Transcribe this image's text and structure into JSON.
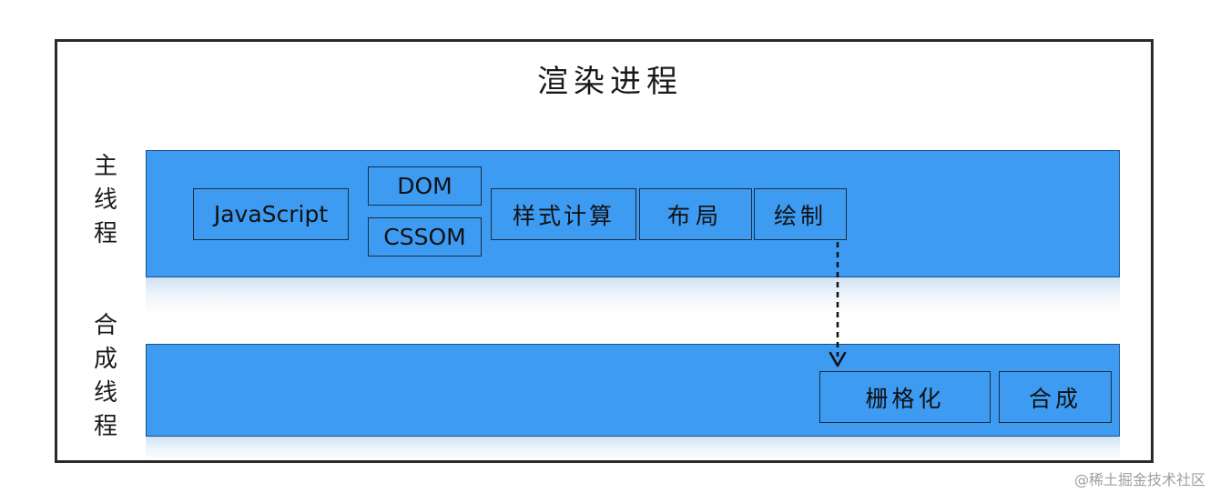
{
  "diagram": {
    "title": "渲染进程",
    "main_thread_label": [
      "主",
      "线",
      "程"
    ],
    "compositor_thread_label": [
      "合",
      "成",
      "线",
      "程"
    ],
    "main_steps": {
      "javascript": "JavaScript",
      "dom": "DOM",
      "cssom": "CSSOM",
      "style": "样式计算",
      "layout": "布局",
      "paint": "绘制"
    },
    "compositor_steps": {
      "raster": "栅格化",
      "composite": "合成"
    }
  },
  "watermark": "@稀土掘金技术社区",
  "colors": {
    "lane": "#3d9bf2",
    "lane_border": "#1d4f86",
    "box_border": "#1b2d3f"
  }
}
